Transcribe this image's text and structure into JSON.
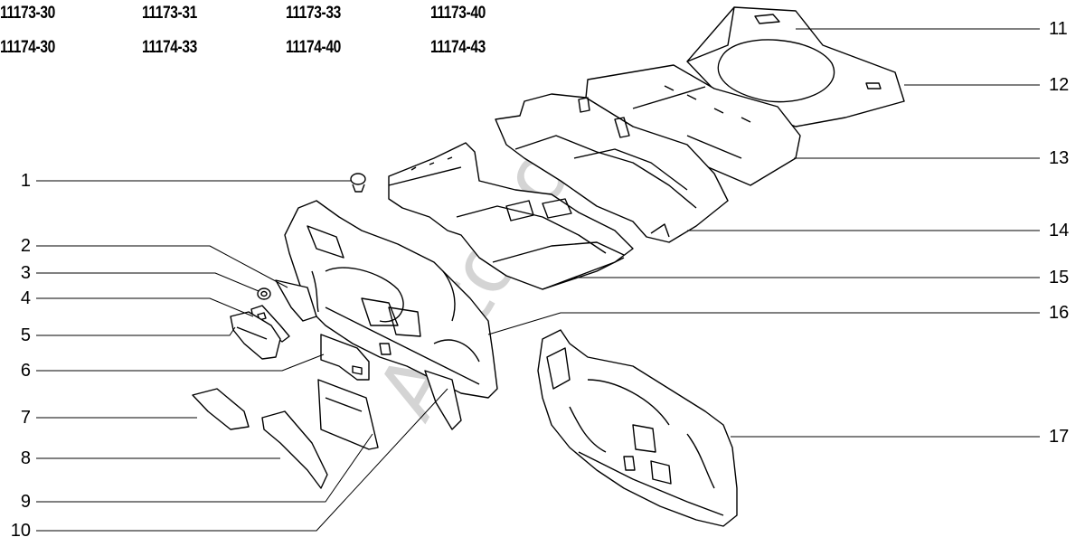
{
  "model_codes": [
    {
      "row": 1,
      "codes": [
        "11173-30",
        "11173-31",
        "11173-33",
        "11173-40"
      ]
    },
    {
      "row": 2,
      "codes": [
        "11174-30",
        "11174-33",
        "11174-40",
        "11174-43"
      ]
    }
  ],
  "callouts_left": [
    "1",
    "2",
    "3",
    "4",
    "5",
    "6",
    "7",
    "8",
    "9",
    "10"
  ],
  "callouts_right": [
    "11",
    "12",
    "13",
    "14",
    "15",
    "16",
    "17"
  ],
  "watermark": "AutoSoft",
  "colors": {
    "line": "#000000",
    "background": "#ffffff",
    "watermark": "#cfcfcf"
  }
}
